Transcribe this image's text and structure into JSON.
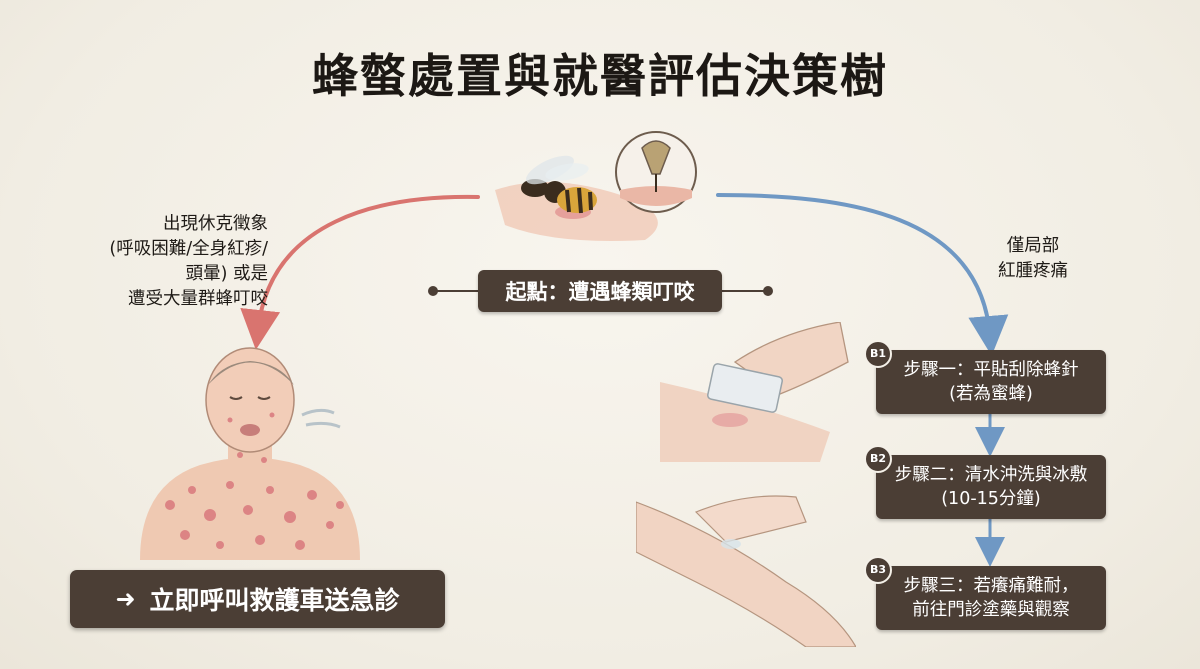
{
  "title": "蜂螫處置與就醫評估決策樹",
  "start": {
    "label": "起點：遭遇蜂類叮咬"
  },
  "left_branch": {
    "condition_lines": [
      "出現休克徵象",
      "(呼吸困難/全身紅疹/",
      "頭暈) 或是",
      "遭受大量群蜂叮咬"
    ],
    "action_label": "立即呼叫救護車送急診",
    "arrow_color": "#d9746f"
  },
  "right_branch": {
    "condition_lines": [
      "僅局部",
      "紅腫疼痛"
    ],
    "arrow_color": "#6f98c4",
    "steps": [
      {
        "badge": "B1",
        "line1": "步驟一：平貼刮除蜂針",
        "line2": "(若為蜜蜂)"
      },
      {
        "badge": "B2",
        "line1": "步驟二：清水沖洗與冰敷",
        "line2": "(10-15分鐘)"
      },
      {
        "badge": "B3",
        "line1": "步驟三：若癢痛難耐，",
        "line2": "前往門診塗藥與觀察"
      }
    ]
  },
  "colors": {
    "box": "#4b3e35",
    "background": "#f3efe6"
  }
}
